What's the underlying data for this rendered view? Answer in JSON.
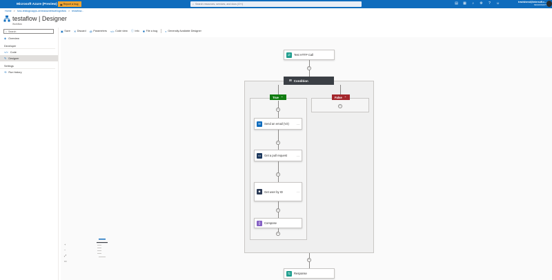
{
  "topbar": {
    "brand": "Microsoft Azure (Preview)",
    "report_bug": "Report a bug",
    "search_placeholder": "Search resources, services, and docs (G+/)",
    "user_email": "travishend@intersoft.c...",
    "user_directory": "MICROSOFT"
  },
  "breadcrumb": [
    "Home",
    "func-testlogicapps-centralus/default/logicflow",
    "testaflow..."
  ],
  "page": {
    "title": "testaflow | Designer",
    "subtitle": "Workflow"
  },
  "leftnav": {
    "search_placeholder": "Search",
    "overview": "Overview",
    "section_developer": "Developer",
    "code": "Code",
    "designer": "Designer",
    "section_settings": "Settings",
    "run_after": "Run history"
  },
  "toolbar": {
    "save": "Save",
    "discard": "Discard",
    "parameters": "Parameters",
    "code_view": "Code view",
    "info": "Info",
    "file_bug": "File a bug",
    "generally_available": "Generally Available Designer"
  },
  "designer": {
    "trigger": "Test HTTP Call",
    "condition": "Condition",
    "true_label": "True",
    "false_label": "False",
    "actions": [
      "Send an email (V2)",
      "Get a pull request",
      "Get user by ID",
      "Compose"
    ],
    "response": "Response"
  },
  "colors": {
    "accent": "#0f6cbd",
    "true_branch": "#107c10",
    "false_branch": "#a4262c",
    "condition_header": "#3b3f45"
  }
}
